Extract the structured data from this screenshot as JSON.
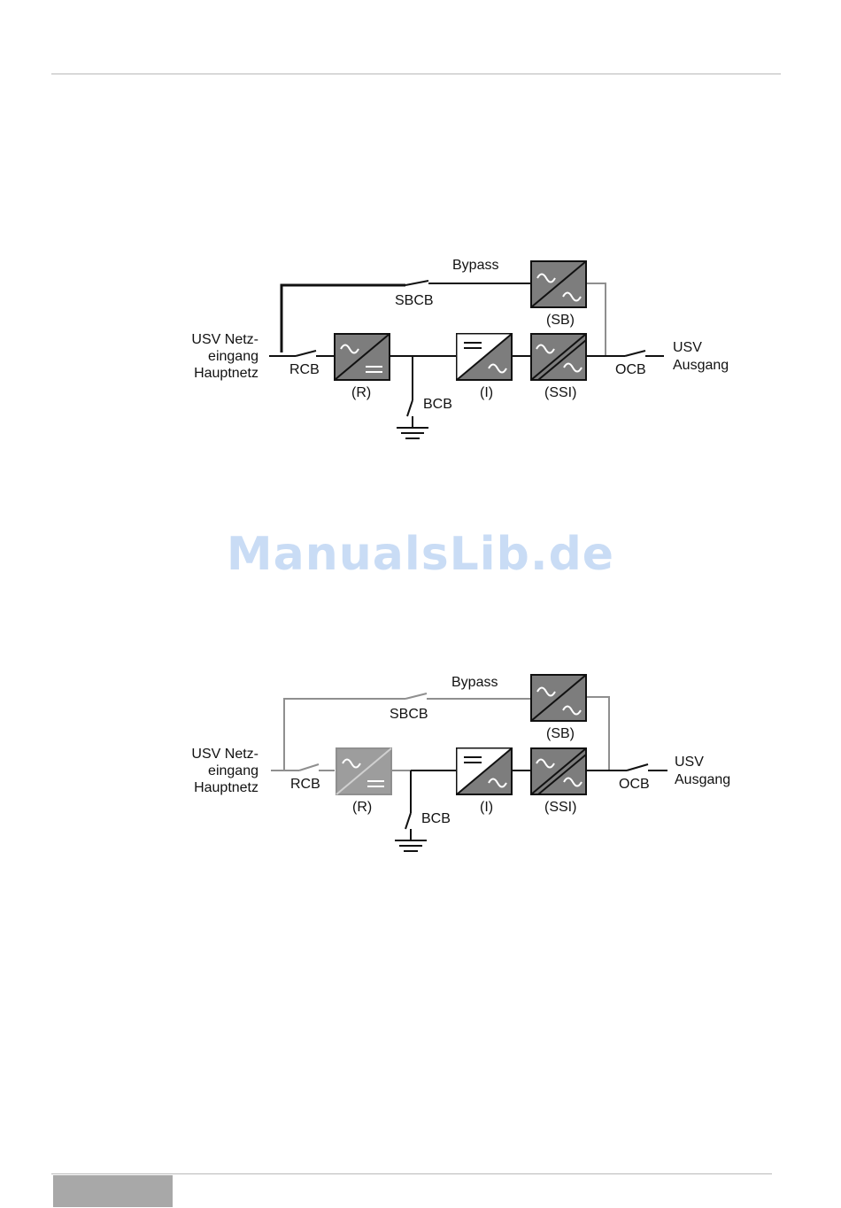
{
  "watermark": {
    "text": "ManualsLib.de"
  },
  "colors": {
    "active_line": "#111111",
    "inactive_line": "#8f8f8f",
    "box_active": "#7d7d7d",
    "box_inactive": "#9d9d9d",
    "watermark": "#c9dcf5",
    "footer_block": "#a8a8a8"
  },
  "diagrams": [
    {
      "labels": {
        "bypass": "Bypass",
        "sbcb": "SBCB",
        "sb": "(SB)",
        "input_line1": "USV Netz-",
        "input_line2": "eingang",
        "input_line3": "Hauptnetz",
        "rcb": "RCB",
        "r": "(R)",
        "bcb": "BCB",
        "i": "(I)",
        "ssi": "(SSI)",
        "ocb": "OCB",
        "output_line1": "USV",
        "output_line2": "Ausgang"
      }
    },
    {
      "labels": {
        "bypass": "Bypass",
        "sbcb": "SBCB",
        "sb": "(SB)",
        "input_line1": "USV Netz-",
        "input_line2": "eingang",
        "input_line3": "Hauptnetz",
        "rcb": "RCB",
        "r": "(R)",
        "bcb": "BCB",
        "i": "(I)",
        "ssi": "(SSI)",
        "ocb": "OCB",
        "output_line1": "USV",
        "output_line2": "Ausgang"
      }
    }
  ]
}
